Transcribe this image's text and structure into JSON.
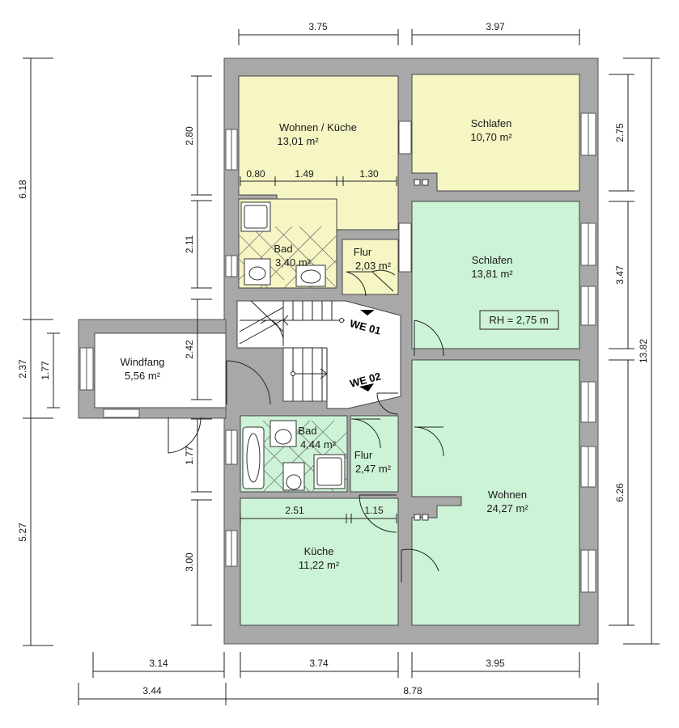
{
  "rooms": {
    "wohnen_kueche": {
      "name": "Wohnen / Küche",
      "area": "13,01 m²"
    },
    "schlafen_top": {
      "name": "Schlafen",
      "area": "10,70 m²"
    },
    "bad_top": {
      "name": "Bad",
      "area": "3,40 m²"
    },
    "flur_top": {
      "name": "Flur",
      "area": "2,03 m²"
    },
    "schlafen_mid": {
      "name": "Schlafen",
      "area": "13,81 m²"
    },
    "windfang": {
      "name": "Windfang",
      "area": "5,56 m²"
    },
    "bad_bottom": {
      "name": "Bad",
      "area": "4,44 m²"
    },
    "flur_bottom": {
      "name": "Flur",
      "area": "2,47 m²"
    },
    "wohnen": {
      "name": "Wohnen",
      "area": "24,27 m²"
    },
    "kueche": {
      "name": "Küche",
      "area": "11,22 m²"
    }
  },
  "labels": {
    "we01": "WE 01",
    "we02": "WE 02",
    "room_height": "RH = 2,75 m"
  },
  "dimensions": {
    "top": [
      "3.75",
      "3.97"
    ],
    "inner_top": [
      "0.80",
      "1.49",
      "1.30"
    ],
    "inner_kitchen": [
      "2.51",
      "1.15"
    ],
    "left_outer": [
      "6.18",
      "2.37",
      "5.27"
    ],
    "left_windfang": "1.77",
    "left_inner": [
      "2.80",
      "2.11",
      "2.42",
      "1.77",
      "3.00"
    ],
    "right_inner": [
      "2.75",
      "3.47",
      "6.26"
    ],
    "right_outer": "13.82",
    "bottom_row1": [
      "3.14",
      "3.74",
      "3.95"
    ],
    "bottom_row2": [
      "3.44",
      "8.78"
    ]
  }
}
